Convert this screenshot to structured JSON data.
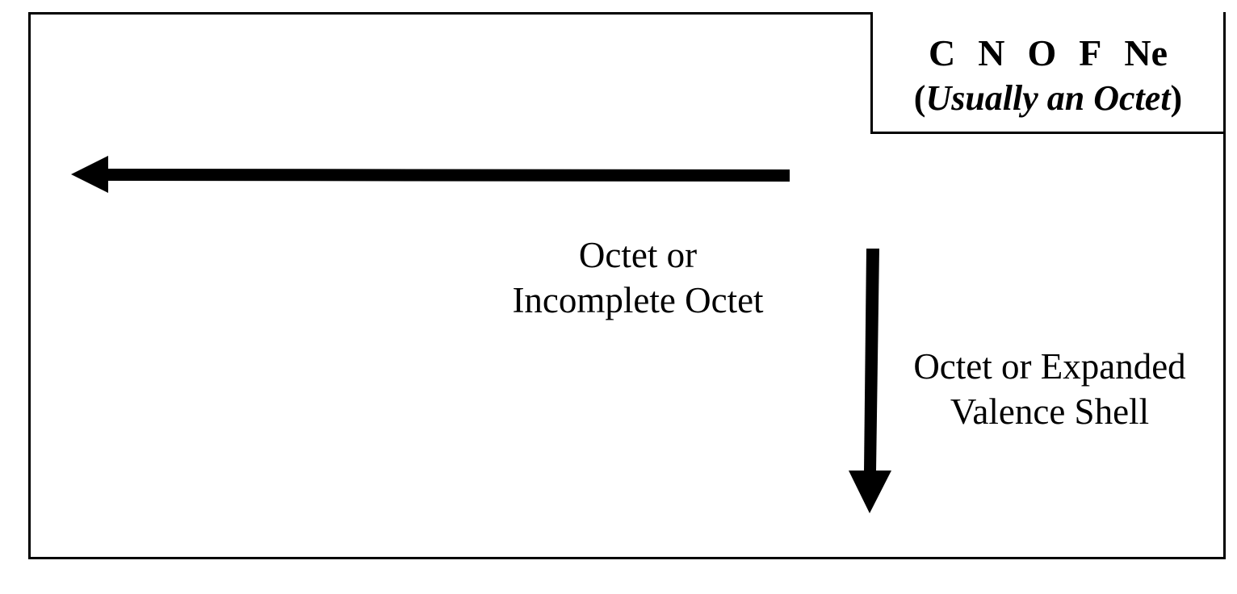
{
  "elements": [
    "C",
    "N",
    "O",
    "F",
    "Ne"
  ],
  "element_note": {
    "open": "(",
    "text": "Usually an Octet",
    "close": ")"
  },
  "left_arrow_label": {
    "line1": "Octet or",
    "line2": "Incomplete Octet"
  },
  "down_arrow_label": {
    "line1": "Octet or Expanded",
    "line2": "Valence Shell"
  }
}
